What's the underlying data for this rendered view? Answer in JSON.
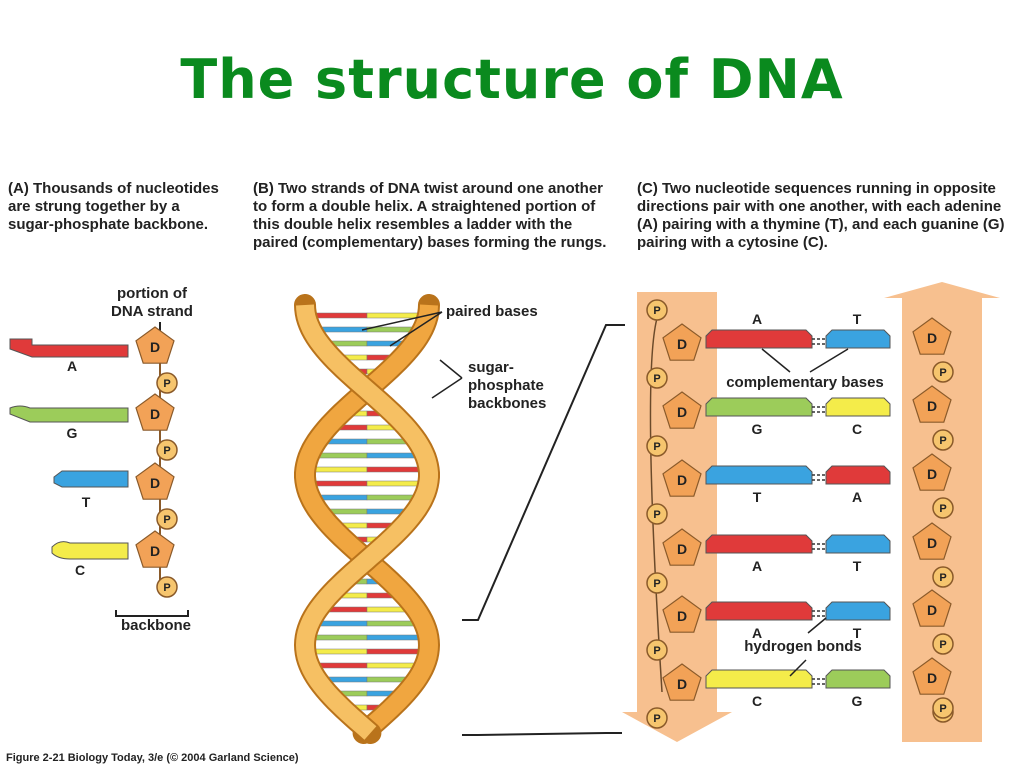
{
  "title": "The structure of DNA",
  "panels": {
    "a": {
      "caption": "(A)  Thousands of nucleotides are strung together by a sugar-phosphate backbone."
    },
    "b": {
      "caption": "(B)  Two strands of DNA twist around one another to form a double helix. A straightened portion of this double helix resembles a ladder with the paired (complementary) bases forming the rungs."
    },
    "c": {
      "caption": "(C)  Two nucleotide sequences running in opposite directions pair with one another, with each adenine (A) pairing with a thymine (T), and each guanine (G) pairing with a cytosine (C)."
    }
  },
  "labels": {
    "portion_line1": "portion of",
    "portion_line2": "DNA strand",
    "backbone": "backbone",
    "paired_bases": "paired bases",
    "sugar": "sugar-",
    "phosphate": "phosphate",
    "backbones": "backbones",
    "complementary_bases": "complementary bases",
    "hydrogen_bonds": "hydrogen bonds",
    "deoxyribose": "D",
    "phosphate_symbol": "P"
  },
  "strand_a": {
    "bases": [
      "A",
      "G",
      "T",
      "C"
    ]
  },
  "pairs_c": [
    {
      "left": "A",
      "right": "T"
    },
    {
      "left": "G",
      "right": "C"
    },
    {
      "left": "T",
      "right": "A"
    },
    {
      "left": "A",
      "right": "T"
    },
    {
      "left": "A",
      "right": "T"
    },
    {
      "left": "C",
      "right": "G"
    }
  ],
  "colors": {
    "title": "#0a8a1e",
    "adenine": "#e03a3a",
    "thymine": "#3aa3e0",
    "guanine": "#9ccc5a",
    "cytosine": "#f4ec4a",
    "sugar": "#f2a257",
    "backbone_band": "#f7c08f",
    "helix": "#f0a640"
  },
  "credit": "Figure 2-21  Biology Today, 3/e (© 2004 Garland Science)"
}
